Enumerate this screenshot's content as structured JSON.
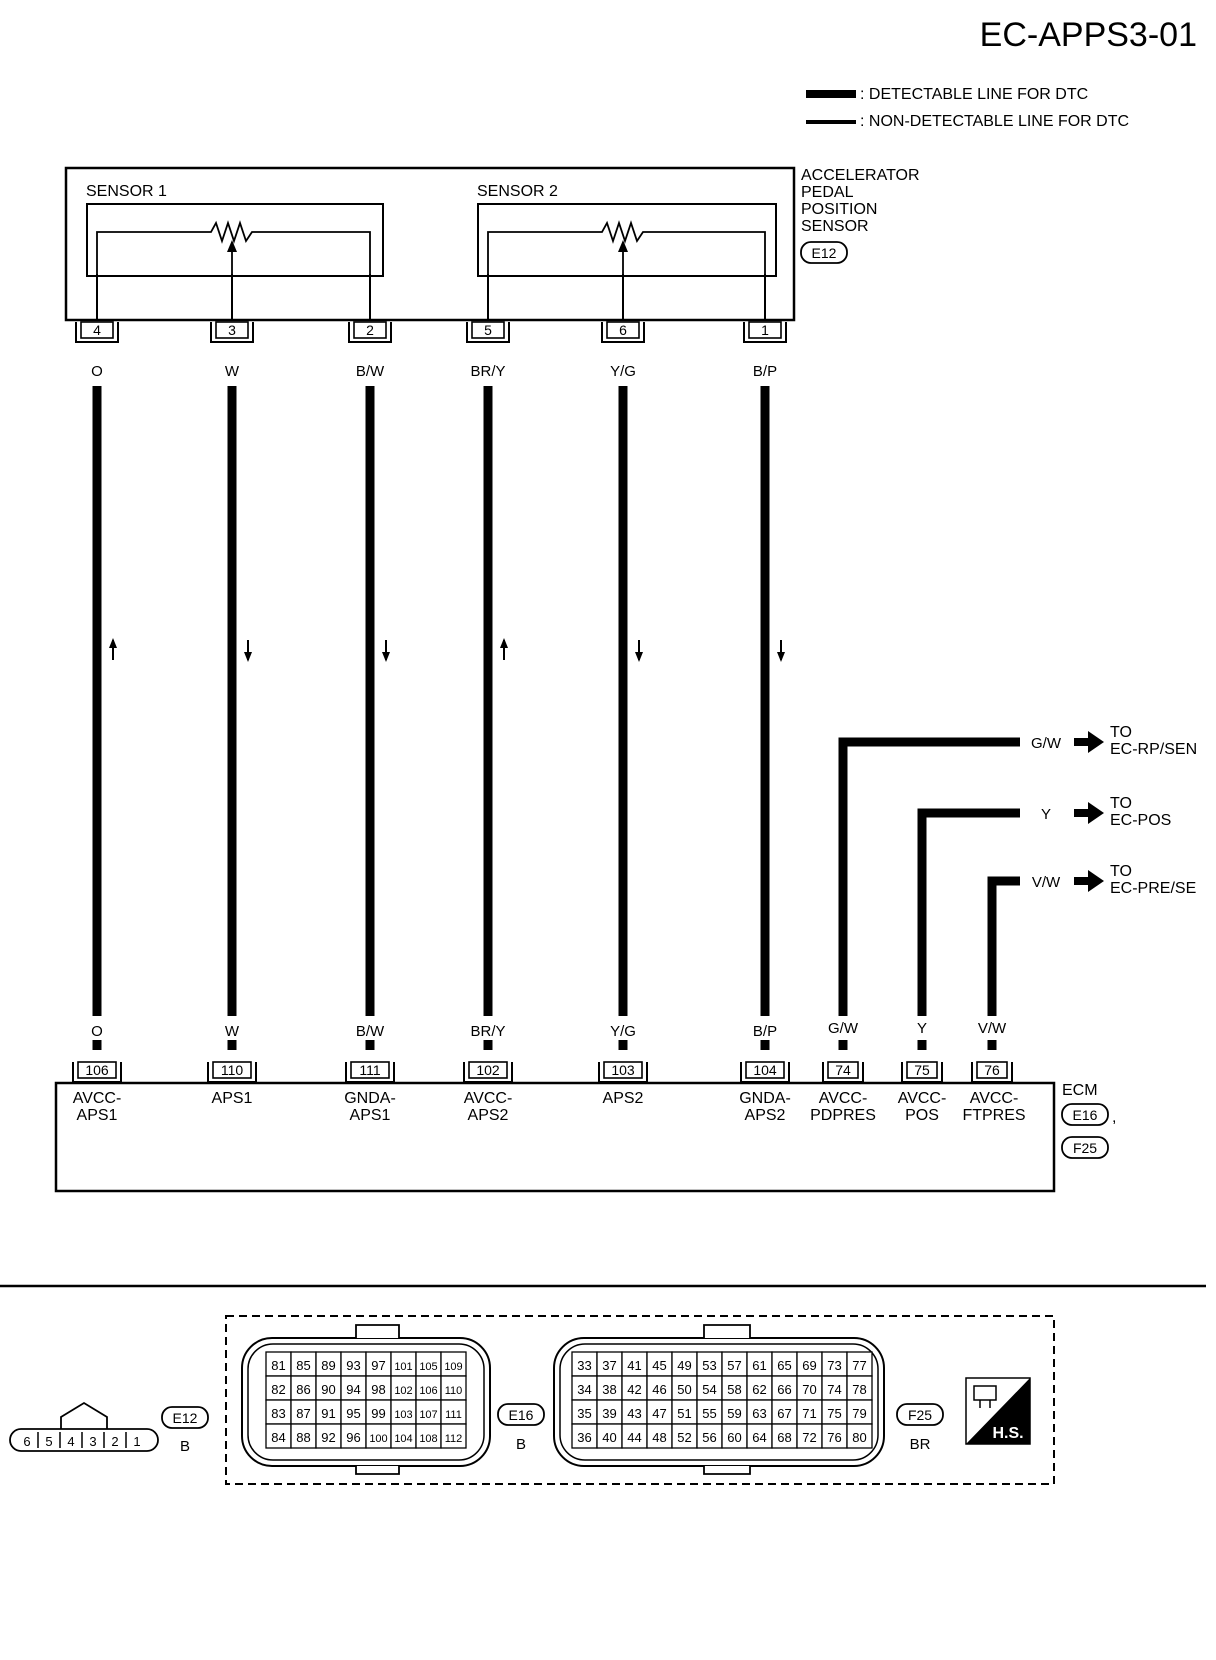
{
  "title": "EC-APPS3-01",
  "legend": {
    "detectable": ": DETECTABLE LINE FOR DTC",
    "non_detectable": ": NON-DETECTABLE LINE FOR DTC"
  },
  "sensor": {
    "name_lines": [
      "ACCELERATOR",
      "PEDAL",
      "POSITION",
      "SENSOR"
    ],
    "connector": "E12",
    "sensor1_label": "SENSOR 1",
    "sensor2_label": "SENSOR 2"
  },
  "wires": [
    {
      "sensor_pin": "4",
      "color": "O",
      "ecm_pin": "106",
      "ecm_label": [
        "AVCC-",
        "APS1"
      ],
      "direction": "up"
    },
    {
      "sensor_pin": "3",
      "color": "W",
      "ecm_pin": "110",
      "ecm_label": [
        "APS1"
      ],
      "direction": "down"
    },
    {
      "sensor_pin": "2",
      "color": "B/W",
      "ecm_pin": "111",
      "ecm_label": [
        "GNDA-",
        "APS1"
      ],
      "direction": "down"
    },
    {
      "sensor_pin": "5",
      "color": "BR/Y",
      "ecm_pin": "102",
      "ecm_label": [
        "AVCC-",
        "APS2"
      ],
      "direction": "up"
    },
    {
      "sensor_pin": "6",
      "color": "Y/G",
      "ecm_pin": "103",
      "ecm_label": [
        "APS2"
      ],
      "direction": "down"
    },
    {
      "sensor_pin": "1",
      "color": "B/P",
      "ecm_pin": "104",
      "ecm_label": [
        "GNDA-",
        "APS2"
      ],
      "direction": "down"
    }
  ],
  "branches": [
    {
      "color": "G/W",
      "ecm_pin": "74",
      "ecm_label": [
        "AVCC-",
        "PDPRES"
      ],
      "to": [
        "TO",
        "EC-RP/SEN"
      ]
    },
    {
      "color": "Y",
      "ecm_pin": "75",
      "ecm_label": [
        "AVCC-",
        "POS"
      ],
      "to": [
        "TO",
        "EC-POS"
      ]
    },
    {
      "color": "V/W",
      "ecm_pin": "76",
      "ecm_label": [
        "AVCC-",
        "FTPRES"
      ],
      "to": [
        "TO",
        "EC-PRE/SE"
      ]
    }
  ],
  "ecm": {
    "name": "ECM",
    "connectors": [
      "E16",
      "F25"
    ],
    "separator": ","
  },
  "connector_views": {
    "e12": {
      "label": "E12",
      "color": "B",
      "pins": [
        "6",
        "5",
        "4",
        "3",
        "2",
        "1"
      ]
    },
    "e16": {
      "label": "E16",
      "color": "B",
      "rows": [
        [
          "81",
          "85",
          "89",
          "93",
          "97",
          "101",
          "105",
          "109"
        ],
        [
          "82",
          "86",
          "90",
          "94",
          "98",
          "102",
          "106",
          "110"
        ],
        [
          "83",
          "87",
          "91",
          "95",
          "99",
          "103",
          "107",
          "111"
        ],
        [
          "84",
          "88",
          "92",
          "96",
          "100",
          "104",
          "108",
          "112"
        ]
      ]
    },
    "f25": {
      "label": "F25",
      "color": "BR",
      "rows": [
        [
          "33",
          "37",
          "41",
          "45",
          "49",
          "53",
          "57",
          "61",
          "65",
          "69",
          "73",
          "77"
        ],
        [
          "34",
          "38",
          "42",
          "46",
          "50",
          "54",
          "58",
          "62",
          "66",
          "70",
          "74",
          "78"
        ],
        [
          "35",
          "39",
          "43",
          "47",
          "51",
          "55",
          "59",
          "63",
          "67",
          "71",
          "75",
          "79"
        ],
        [
          "36",
          "40",
          "44",
          "48",
          "52",
          "56",
          "60",
          "64",
          "68",
          "72",
          "76",
          "80"
        ]
      ]
    },
    "hs_label": "H.S."
  }
}
